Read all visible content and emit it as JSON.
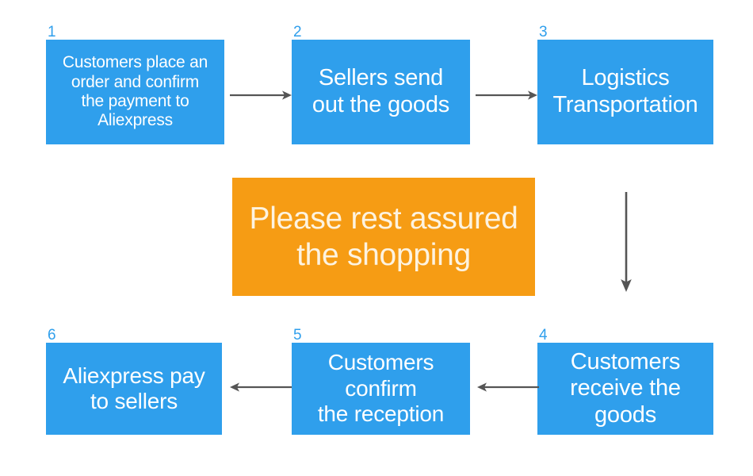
{
  "colors": {
    "box_blue": "#2f9fec",
    "banner_orange": "#f69c14",
    "box_text": "#ffffff",
    "banner_text": "#fdf3e0",
    "arrow": "#555555",
    "background": "#ffffff"
  },
  "steps": [
    {
      "number": "1",
      "text": "Customers place an\norder and confirm\nthe payment to\nAliexpress"
    },
    {
      "number": "2",
      "text": "Sellers send\nout the goods"
    },
    {
      "number": "3",
      "text": "Logistics\nTransportation"
    },
    {
      "number": "4",
      "text": "Customers\nreceive the\ngoods"
    },
    {
      "number": "5",
      "text": "Customers\nconfirm\nthe reception"
    },
    {
      "number": "6",
      "text": "Aliexpress pay\nto sellers"
    }
  ],
  "banner": {
    "text": "Please rest assured\nthe shopping"
  },
  "arrows": [
    {
      "name": "arrow-step1-to-step2",
      "direction": "right"
    },
    {
      "name": "arrow-step2-to-step3",
      "direction": "right"
    },
    {
      "name": "arrow-step3-to-step4",
      "direction": "down"
    },
    {
      "name": "arrow-step4-to-step5",
      "direction": "left"
    },
    {
      "name": "arrow-step5-to-step6",
      "direction": "left"
    }
  ]
}
